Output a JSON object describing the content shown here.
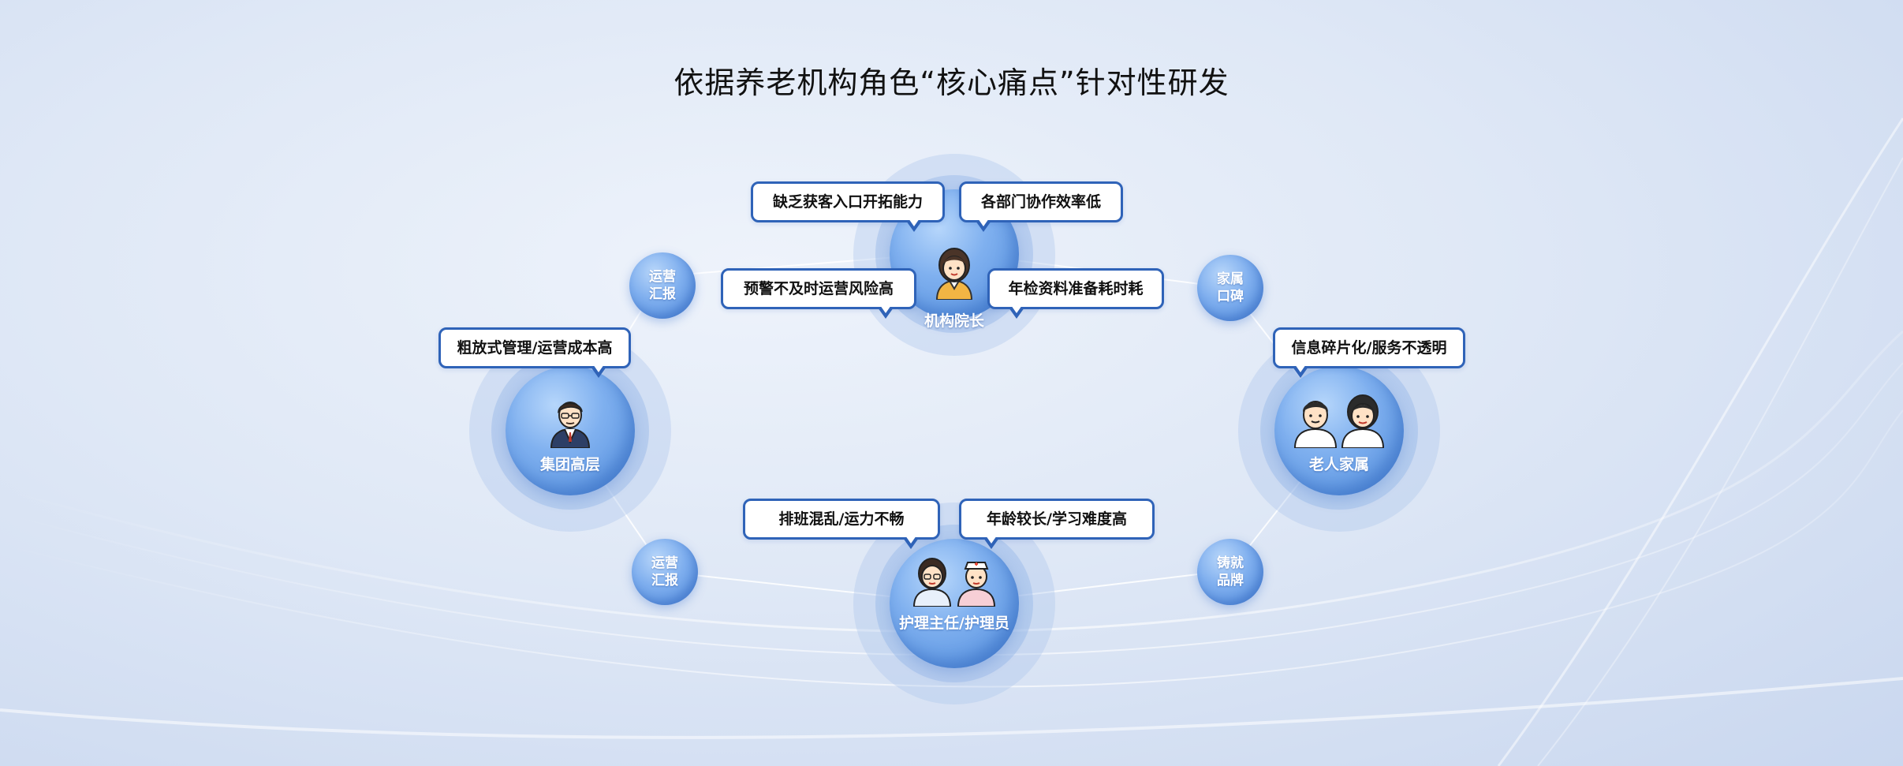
{
  "title": "依据养老机构角色“核心痛点”针对性研发",
  "roles": {
    "director": "机构院长",
    "group": "集团高层",
    "family": "老人家属",
    "nursing": "护理主任/护理员"
  },
  "connectors": {
    "top_left": "运营汇报",
    "bottom_left": "运营汇报",
    "top_right": "家属口碑",
    "bottom_right": "铸就品牌"
  },
  "pain_points": {
    "director_1": "缺乏获客入口开拓能力",
    "director_2": "各部门协作效率低",
    "director_3": "预警不及时运营风险高",
    "director_4": "年检资料准备耗时耗",
    "group_1": "粗放式管理/运营成本高",
    "family_1": "信息碎片化/服务不透明",
    "nursing_1": "排班混乱/运力不畅",
    "nursing_2": "年龄较长/学习难度高"
  },
  "icons": [
    "director-avatar-icon",
    "executive-avatar-icon",
    "family-avatar-icon",
    "nurse-avatar-icon"
  ],
  "colors": {
    "accent": "#2f63b8",
    "sphere": "#6aa2ea",
    "background": "#dfe8f6"
  }
}
